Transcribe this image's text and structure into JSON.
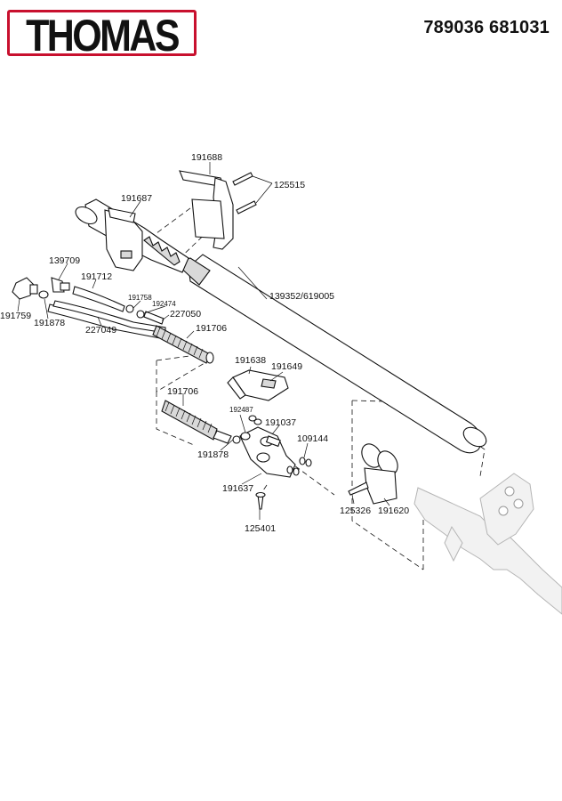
{
  "header": {
    "brand": "THOMAS",
    "brand_color": "#c8102e",
    "document_number": "789036 681031"
  },
  "parts": [
    {
      "id": "p191688",
      "number": "191688"
    },
    {
      "id": "p125515",
      "number": "125515"
    },
    {
      "id": "p191687",
      "number": "191687"
    },
    {
      "id": "p139709",
      "number": "139709"
    },
    {
      "id": "p191712",
      "number": "191712"
    },
    {
      "id": "p191758",
      "number": "191758"
    },
    {
      "id": "p192474",
      "number": "192474"
    },
    {
      "id": "p227050",
      "number": "227050"
    },
    {
      "id": "p139352",
      "number": "139352/619005"
    },
    {
      "id": "p191759",
      "number": "191759"
    },
    {
      "id": "p191878a",
      "number": "191878"
    },
    {
      "id": "p227049",
      "number": "227049"
    },
    {
      "id": "p191706a",
      "number": "191706"
    },
    {
      "id": "p191638",
      "number": "191638"
    },
    {
      "id": "p191649",
      "number": "191649"
    },
    {
      "id": "p191706b",
      "number": "191706"
    },
    {
      "id": "p192487",
      "number": "192487"
    },
    {
      "id": "p191037",
      "number": "191037"
    },
    {
      "id": "p109144",
      "number": "109144"
    },
    {
      "id": "p191878b",
      "number": "191878"
    },
    {
      "id": "p191637",
      "number": "191637"
    },
    {
      "id": "p125326",
      "number": "125326"
    },
    {
      "id": "p191620",
      "number": "191620"
    },
    {
      "id": "p125401",
      "number": "125401"
    }
  ]
}
